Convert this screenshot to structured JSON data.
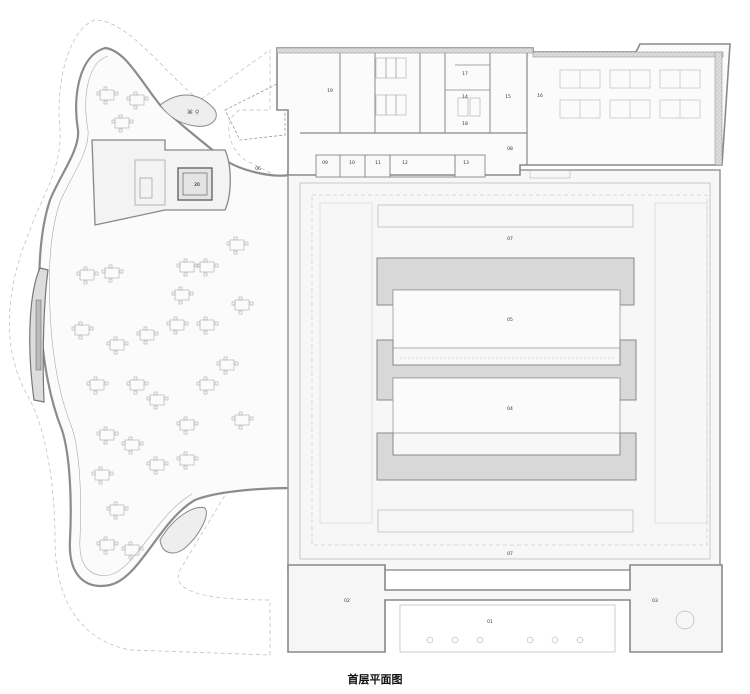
{
  "caption": "首层平面图",
  "room_labels": [
    "01",
    "02",
    "03",
    "04",
    "05",
    "06",
    "07",
    "07",
    "08",
    "09",
    "10",
    "11",
    "12",
    "13",
    "14",
    "15",
    "16",
    "17",
    "18",
    "19",
    "20"
  ],
  "colors": {
    "wall": "#9a9a9a",
    "wall_fill": "#d4d4d4",
    "line": "#777777",
    "dash": "#999999"
  }
}
